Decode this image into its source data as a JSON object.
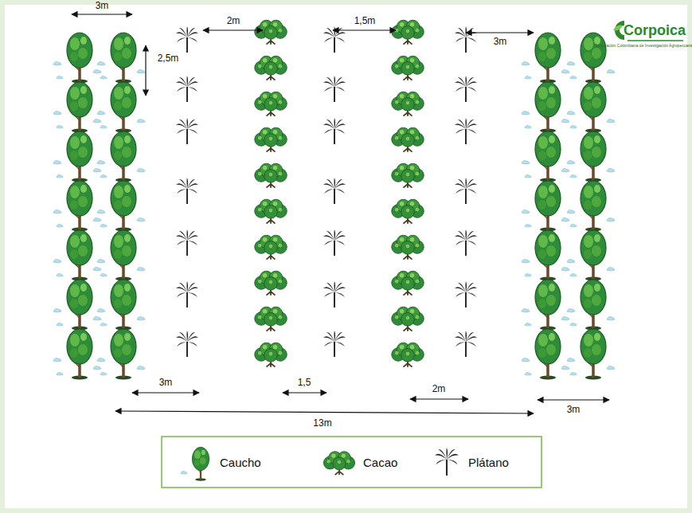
{
  "diagram": {
    "labels": [
      "Corpoica",
      "Corporación Colombiana de Investigación Agropecuaria",
      "3m",
      "2m",
      "1,5m",
      "3m",
      "2,5m",
      "3m",
      "1,5",
      "2m",
      "13m",
      "3m"
    ],
    "legend": [
      {
        "text": "Caucho"
      },
      {
        "text": "Cacao"
      },
      {
        "text": "Plátano"
      }
    ]
  }
}
